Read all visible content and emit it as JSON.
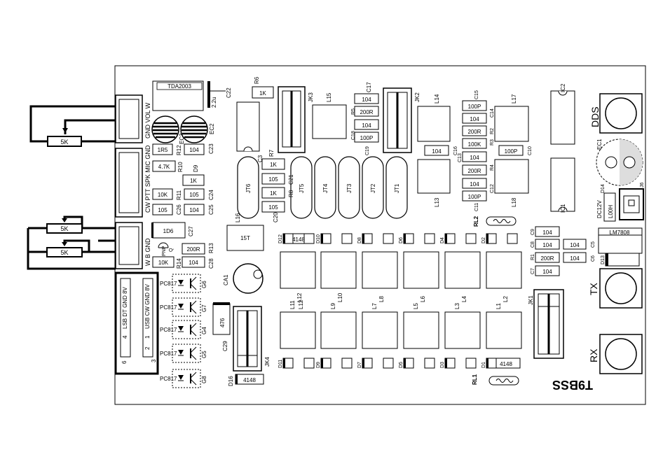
{
  "ic": {
    "tda": "TDA2003",
    "lm": "LM7808",
    "ic1": "IC1",
    "ic2": "IC2",
    "d16": "D16"
  },
  "ports": {
    "dds": "DDS",
    "tx": "TX",
    "rx": "RX"
  },
  "connectors": {
    "gnd_vol_w": "GND VOL W",
    "mic_header": "CW PTT SPK MIC GND",
    "wbg": "W B GND",
    "lsb_dt_gnd_8v": "LSB DT GND 8V",
    "usb_cw_gnd_8v": "USB CW GND 8V",
    "pin4": "4",
    "pin3": "3",
    "pin1": "1",
    "pin2": "2",
    "pin6": "6"
  },
  "pots": {
    "vol": "5K",
    "w1": "5K",
    "w2": "5K"
  },
  "resistors": {
    "r6": "1K",
    "r6_name": "R6",
    "r12_val": "1R5",
    "r12": "R12",
    "r10_val": "4.7K",
    "r10": "R10",
    "d9_val": "1K",
    "d9": "D9",
    "r11_val": "10K",
    "r11": "R11",
    "c24_val": "105",
    "c24": "C24",
    "c26_val": "105",
    "c26": "C26",
    "c25_val": "104",
    "c25": "C25",
    "c23_val": "104",
    "c23": "C23",
    "c27_val": "1D6",
    "c27": "C27",
    "r13_val": "200R",
    "r13": "R13",
    "r14_val": "10K",
    "r14": "R14",
    "c28_val": "104",
    "c28": "C28",
    "r7_val": "1K",
    "r7": "R7",
    "c21_val": "105",
    "c21": "C21",
    "r8_val": "1K",
    "r8": "R8",
    "c20_val": "105",
    "c20": "C20",
    "c3": "C3",
    "c17_val": "104",
    "c17": "C17",
    "r5_val": "200R",
    "r5": "R5",
    "c18_val": "104",
    "c18": "C18",
    "c19_val": "100P",
    "c19": "C19",
    "c15_val": "100P",
    "c15": "C15",
    "c14_val": "104",
    "c14": "C14",
    "r2_val": "200R",
    "r2": "R2",
    "r3_val": "100K",
    "r3": "R3",
    "c13_val": "104",
    "c13": "C13",
    "r4_val": "200R",
    "r4": "R4",
    "c12_val": "104",
    "c12": "C12",
    "c11_val": "100P",
    "c11": "C11",
    "c16_val": "104",
    "c16": "C16",
    "c10_val": "100P",
    "c10": "C10",
    "c9_val": "104",
    "c9": "C9",
    "c8_val": "104",
    "c8": "C8",
    "r1_val": "200R",
    "r1": "R1",
    "c7_val": "104",
    "c7": "C7",
    "c5_val": "104",
    "c5": "C5",
    "c6_val": "104",
    "c6": "C6",
    "c22": "C22",
    "c22_val": "2.2u",
    "ec2": "EC2",
    "ec3": "EC3",
    "ec1": "EC1",
    "c29": "C29",
    "c29_val": "476",
    "ca1": "CA1",
    "pnp": "PNP",
    "q": "Q",
    "l16": "L16",
    "l15": "L15",
    "l14": "L14",
    "l17": "L17",
    "l13": "L13",
    "l18": "L18",
    "t15": "15T",
    "j6": "J6",
    "dc12v": "DC12V",
    "d14": "D14",
    "d14_val": "L00H",
    "d13": "D13",
    "d12": "D12",
    "d12_val": "4148",
    "d10": "D10",
    "d8": "D8",
    "d6": "D6",
    "d4": "D4",
    "d2": "D2",
    "d11": "D11",
    "d9b": "D9",
    "d7": "D7",
    "d5": "D5",
    "d3": "D3",
    "d1": "D1",
    "d1_val": "4148",
    "d16_val": "4148",
    "rl1": "RL1",
    "rl2": "RL2"
  },
  "jumpers": {
    "jk1": "JK1",
    "jk2": "JK2",
    "jk3": "JK3",
    "jk4": "JK4",
    "jt6": "JT6",
    "jt5": "JT5",
    "jt4": "JT4",
    "jt3": "JT3",
    "jt2": "JT2",
    "jt1": "JT1"
  },
  "opto": {
    "g6": "G6",
    "g7": "G7",
    "g4": "G4",
    "g5": "G5",
    "g8": "G8",
    "pc817": "PC817"
  },
  "coils": {
    "l12": "L12",
    "l10": "L10",
    "l8": "L8",
    "l6": "L6",
    "l4": "L4",
    "l2": "L2",
    "l11": "L11",
    "l9": "L9",
    "l7": "L7",
    "l5": "L5",
    "l3": "L3",
    "l1": "L1"
  },
  "board_name": "T9BSS"
}
